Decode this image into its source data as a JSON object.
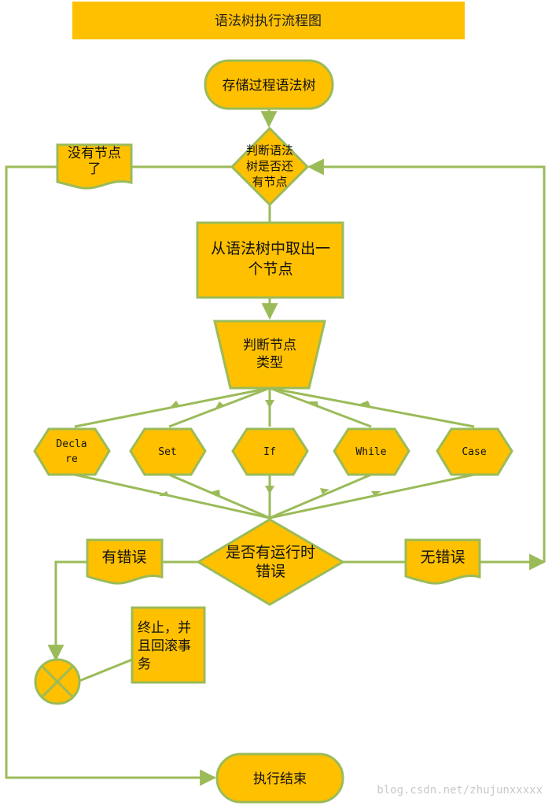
{
  "title": "语法树执行流程图",
  "nodes": {
    "start": "存储过程语法树",
    "check_nodes": [
      "判断语法",
      "树是否还",
      "有节点"
    ],
    "no_nodes": [
      "没有节点",
      "了"
    ],
    "take_node": [
      "从语法树中取出一",
      "个节点"
    ],
    "node_type": [
      "判断节点",
      "类型"
    ],
    "declare": [
      "Decla",
      "re"
    ],
    "set": "Set",
    "if": "If",
    "while": "While",
    "case": "Case",
    "runtime_error": [
      "是否有运行时",
      "错误"
    ],
    "has_error": "有错误",
    "no_error": "无错误",
    "terminate": [
      "终止，并",
      "且回滚事",
      "务"
    ],
    "end": "执行结束"
  },
  "watermark": "blog.csdn.net/zhujunxxxxx",
  "colors": {
    "fill": "#ffc000",
    "stroke": "#9bbb59",
    "title_fill": "#ffc000"
  }
}
